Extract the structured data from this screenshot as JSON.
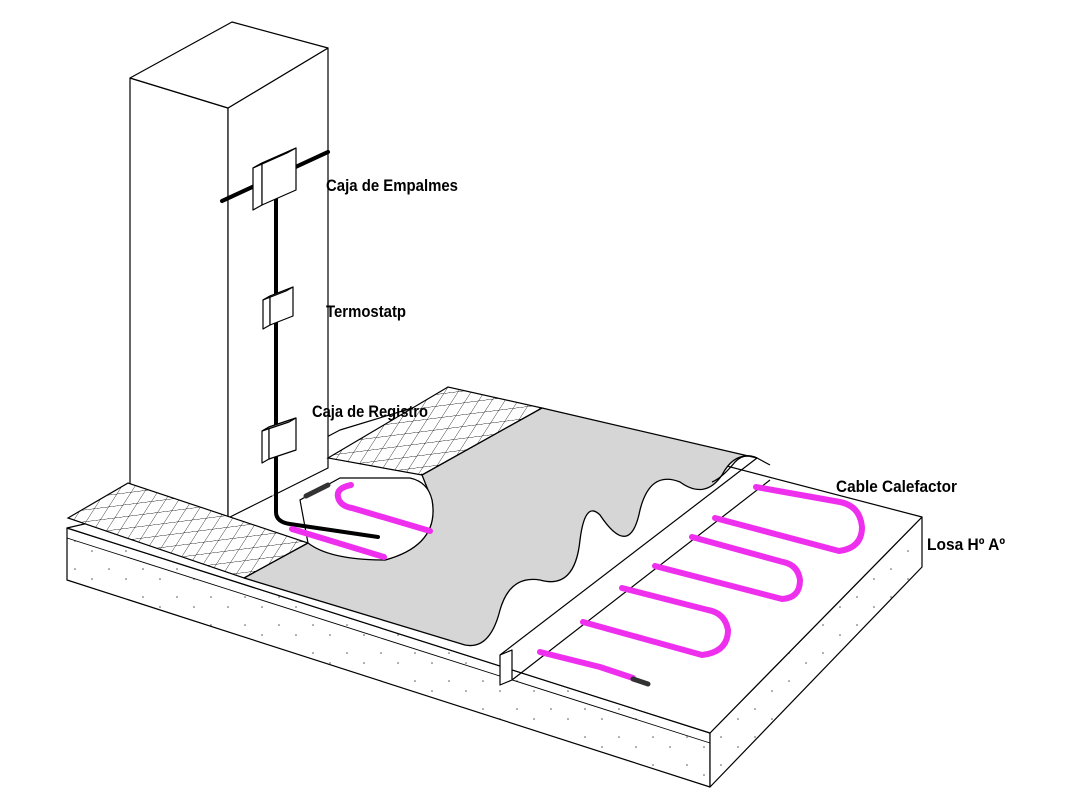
{
  "labels": {
    "caja_empalmes": "Caja de Empalmes",
    "termostato": "Termostatp",
    "caja_registro": "Caja de Registro",
    "cable_calefactor": "Cable  Calefactor",
    "losa": "Losa Hº Aº"
  },
  "colors": {
    "heating_cable": "#ee30ee",
    "mortar_layer": "#d6d6d6",
    "line": "#000000",
    "background": "#ffffff"
  }
}
